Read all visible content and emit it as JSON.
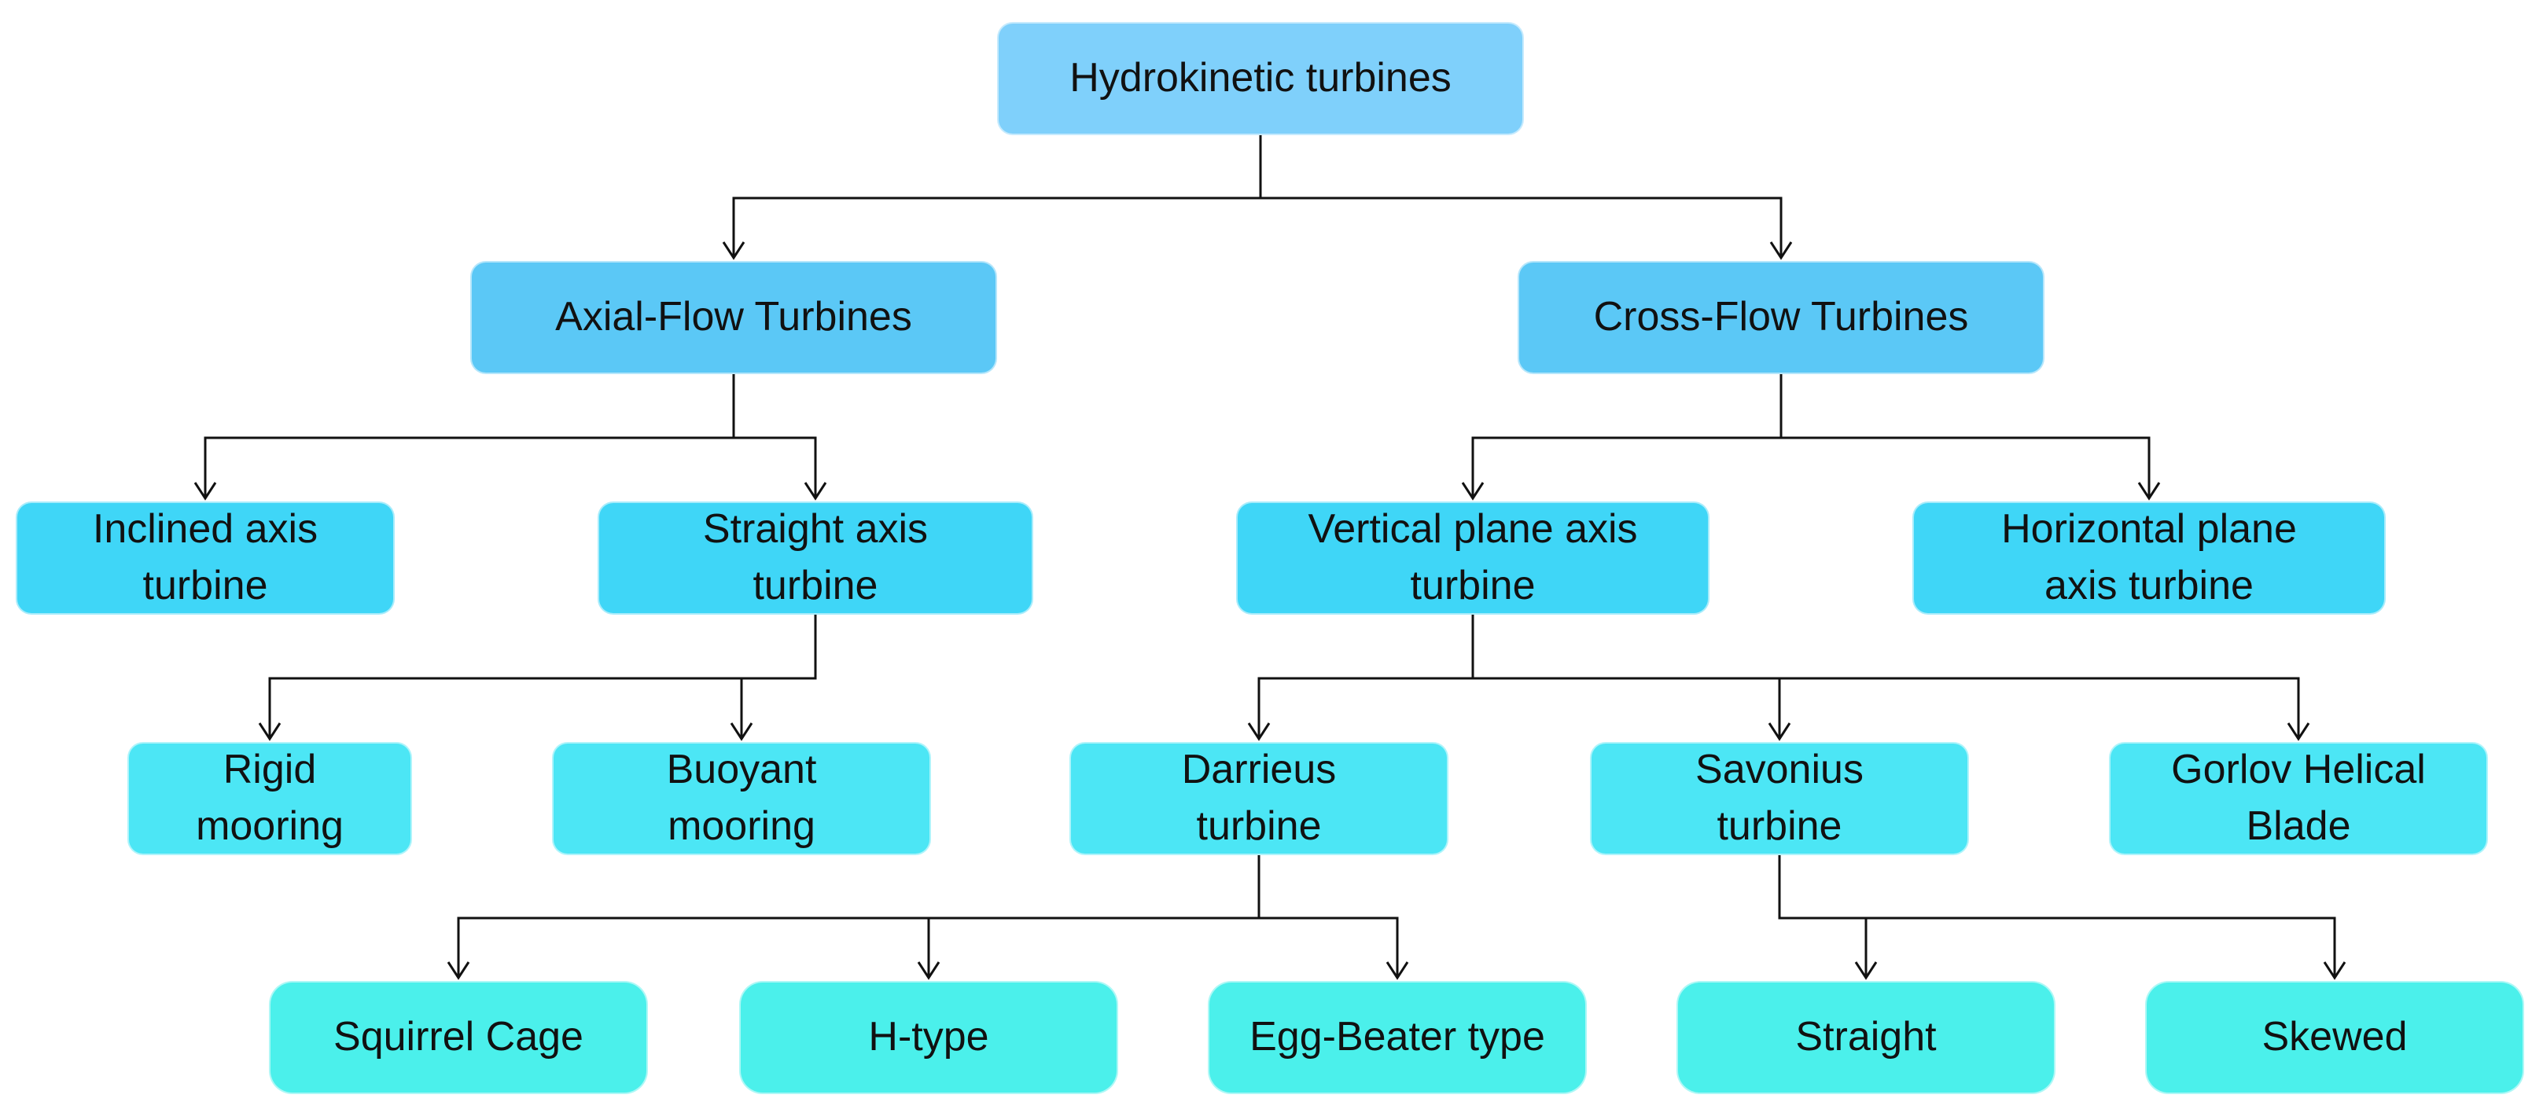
{
  "diagram": {
    "nodes": {
      "root": [
        "Hydrokinetic turbines"
      ],
      "axial": [
        "Axial-Flow Turbines"
      ],
      "cross": [
        "Cross-Flow Turbines"
      ],
      "inclined": [
        "Inclined axis",
        "turbine"
      ],
      "straight": [
        "Straight axis",
        "turbine"
      ],
      "vertical": [
        "Vertical plane axis",
        "turbine"
      ],
      "horizontal": [
        "Horizontal plane",
        "axis turbine"
      ],
      "rigid": [
        "Rigid",
        "mooring"
      ],
      "buoyant": [
        "Buoyant",
        "mooring"
      ],
      "darrieus": [
        "Darrieus",
        "turbine"
      ],
      "savonius": [
        "Savonius",
        "turbine"
      ],
      "gorlov": [
        "Gorlov Helical",
        "Blade"
      ],
      "squirrel": [
        "Squirrel Cage"
      ],
      "htype": [
        "H-type"
      ],
      "eggbeater": [
        "Egg-Beater type"
      ],
      "straight2": [
        "Straight"
      ],
      "skewed": [
        "Skewed"
      ]
    },
    "edges": [
      [
        "root",
        "axial"
      ],
      [
        "root",
        "cross"
      ],
      [
        "axial",
        "inclined"
      ],
      [
        "axial",
        "straight"
      ],
      [
        "cross",
        "vertical"
      ],
      [
        "cross",
        "horizontal"
      ],
      [
        "straight",
        "rigid"
      ],
      [
        "straight",
        "buoyant"
      ],
      [
        "vertical",
        "darrieus"
      ],
      [
        "vertical",
        "savonius"
      ],
      [
        "vertical",
        "gorlov"
      ],
      [
        "darrieus",
        "squirrel"
      ],
      [
        "darrieus",
        "htype"
      ],
      [
        "darrieus",
        "eggbeater"
      ],
      [
        "savonius",
        "straight2"
      ],
      [
        "savonius",
        "skewed"
      ]
    ],
    "colors": {
      "level0": "#7fd0fb",
      "level1": "#5bc8f6",
      "level2": "#3fd6f7",
      "level3": "#4ce6f5",
      "level4": "#4bf0eb",
      "connector": "#111111"
    }
  }
}
